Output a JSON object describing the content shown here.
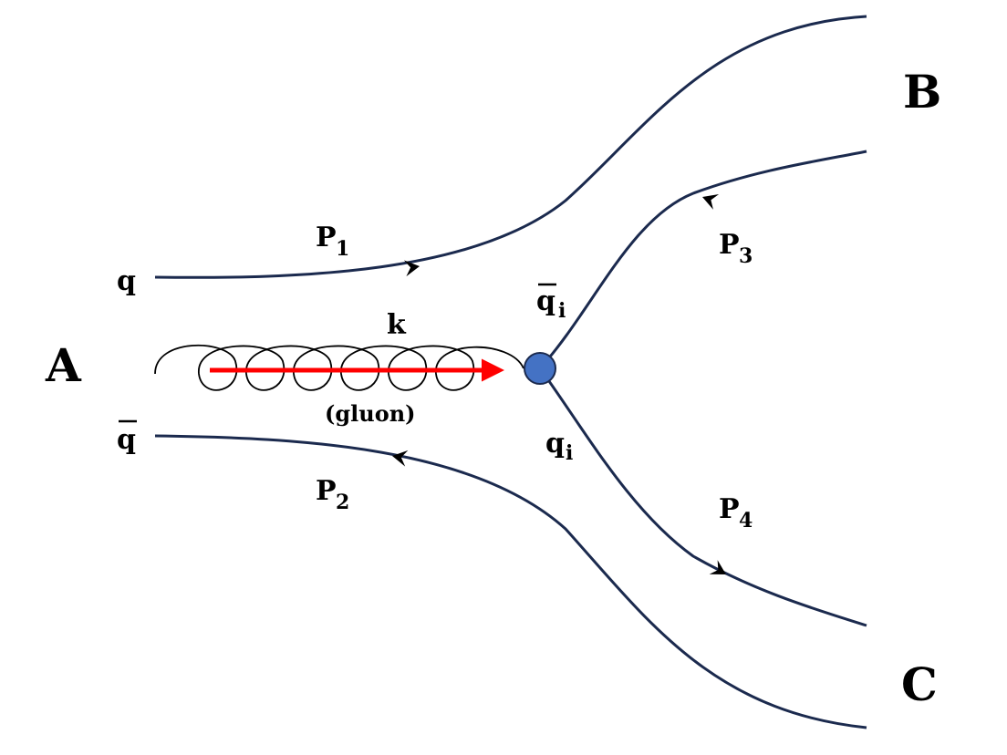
{
  "labels": {
    "meson_a": "A",
    "meson_b": "B",
    "meson_c": "C",
    "quark": "q",
    "antiquark": "q",
    "antiquark_i": "q",
    "quark_i": "q",
    "flavor_index": "i",
    "momentum_letter": "P",
    "p1_sub": "1",
    "p2_sub": "2",
    "p3_sub": "3",
    "p4_sub": "4",
    "gluon_momentum": "k",
    "gluon_name": "(gluon)"
  },
  "colors": {
    "quark_line": "#1b2a4e",
    "gluon_line": "#000000",
    "momentum_arrow": "#ff0000",
    "vertex_fill": "#4472c4",
    "vertex_stroke": "#1b2a4e"
  },
  "icons": {
    "vertex": "filled-circle",
    "direction_marker": "arrowhead"
  }
}
